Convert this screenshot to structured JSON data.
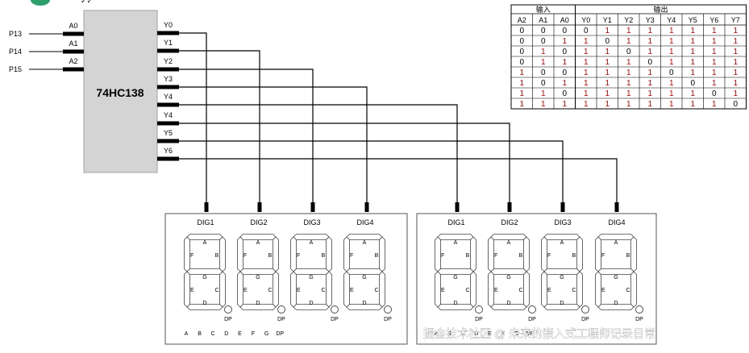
{
  "colors": {
    "one": "#c00000",
    "zero": "#000000",
    "chip_fill": "#d4d4d4",
    "segment_fill": "#ffffff",
    "logo": "#2e9f6a"
  },
  "chip": {
    "title": "74HC138",
    "input_pins": [
      {
        "port": "P13",
        "pin": "A0"
      },
      {
        "port": "P14",
        "pin": "A1"
      },
      {
        "port": "P15",
        "pin": "A2"
      }
    ],
    "output_pins": [
      "Y0",
      "Y1",
      "Y2",
      "Y3",
      "Y4",
      "Y4",
      "Y5",
      "Y6"
    ]
  },
  "modules": [
    {
      "digits": [
        "DIG1",
        "DIG2",
        "DIG3",
        "DIG4"
      ],
      "segment_labels": [
        "A",
        "B",
        "C",
        "D",
        "E",
        "F",
        "G"
      ],
      "dp_label": "DP",
      "bottom_pins": [
        "A",
        "B",
        "C",
        "D",
        "E",
        "F",
        "G",
        "DP"
      ]
    },
    {
      "digits": [
        "DIG1",
        "DIG2",
        "DIG3",
        "DIG4"
      ],
      "segment_labels": [
        "A",
        "B",
        "C",
        "D",
        "E",
        "F",
        "G"
      ],
      "dp_label": "DP",
      "bottom_pins": [
        "A",
        "B",
        "C",
        "D",
        "E",
        "F",
        "G",
        "DP"
      ]
    }
  ],
  "truth_table": {
    "group_input": "输入",
    "group_output": "输出",
    "headers": [
      "A2",
      "A1",
      "A0",
      "Y0",
      "Y1",
      "Y2",
      "Y3",
      "Y4",
      "Y5",
      "Y6",
      "Y7"
    ],
    "rows": [
      [
        0,
        0,
        0,
        0,
        1,
        1,
        1,
        1,
        1,
        1,
        1
      ],
      [
        0,
        0,
        1,
        1,
        0,
        1,
        1,
        1,
        1,
        1,
        1
      ],
      [
        0,
        1,
        0,
        1,
        1,
        0,
        1,
        1,
        1,
        1,
        1
      ],
      [
        0,
        1,
        1,
        1,
        1,
        1,
        0,
        1,
        1,
        1,
        1
      ],
      [
        1,
        0,
        0,
        1,
        1,
        1,
        1,
        0,
        1,
        1,
        1
      ],
      [
        1,
        0,
        1,
        1,
        1,
        1,
        1,
        1,
        0,
        1,
        1
      ],
      [
        1,
        1,
        0,
        1,
        1,
        1,
        1,
        1,
        1,
        0,
        1
      ],
      [
        1,
        1,
        1,
        1,
        1,
        1,
        1,
        1,
        1,
        1,
        0
      ]
    ]
  },
  "watermark": "掘金技术社区 @ 未来的嵌入式工程师记录日常"
}
